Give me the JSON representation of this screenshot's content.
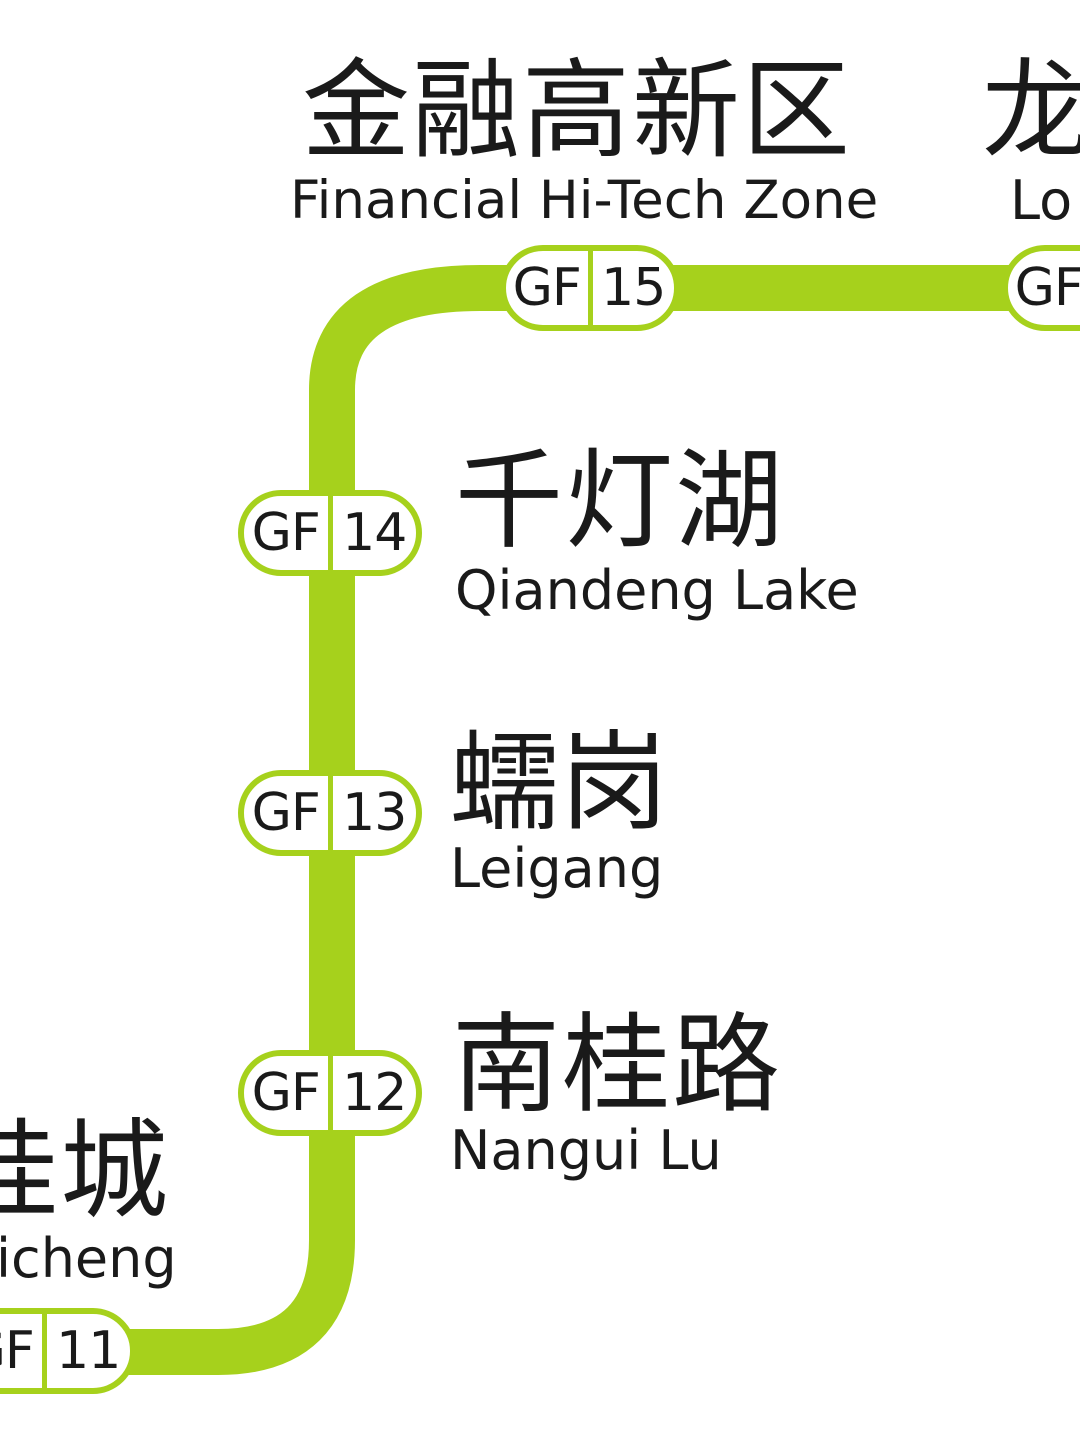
{
  "line": {
    "name": "",
    "color": "#a6d11c"
  },
  "stations": {
    "s11": {
      "prefix": "GF",
      "number": "11",
      "zh": "桂城",
      "en": "icheng"
    },
    "s12": {
      "prefix": "GF",
      "number": "12",
      "zh": "南桂路",
      "en": "Nangui Lu"
    },
    "s13": {
      "prefix": "GF",
      "number": "13",
      "zh": "蠕岗",
      "en": "Leigang"
    },
    "s14": {
      "prefix": "GF",
      "number": "14",
      "zh": "千灯湖",
      "en": "Qiandeng Lake"
    },
    "s15": {
      "prefix": "GF",
      "number": "15",
      "zh": "金融高新区",
      "en": "Financial Hi-Tech Zone"
    },
    "s16": {
      "prefix": "GF",
      "number": "",
      "zh": "龙",
      "en": "Lo"
    }
  }
}
